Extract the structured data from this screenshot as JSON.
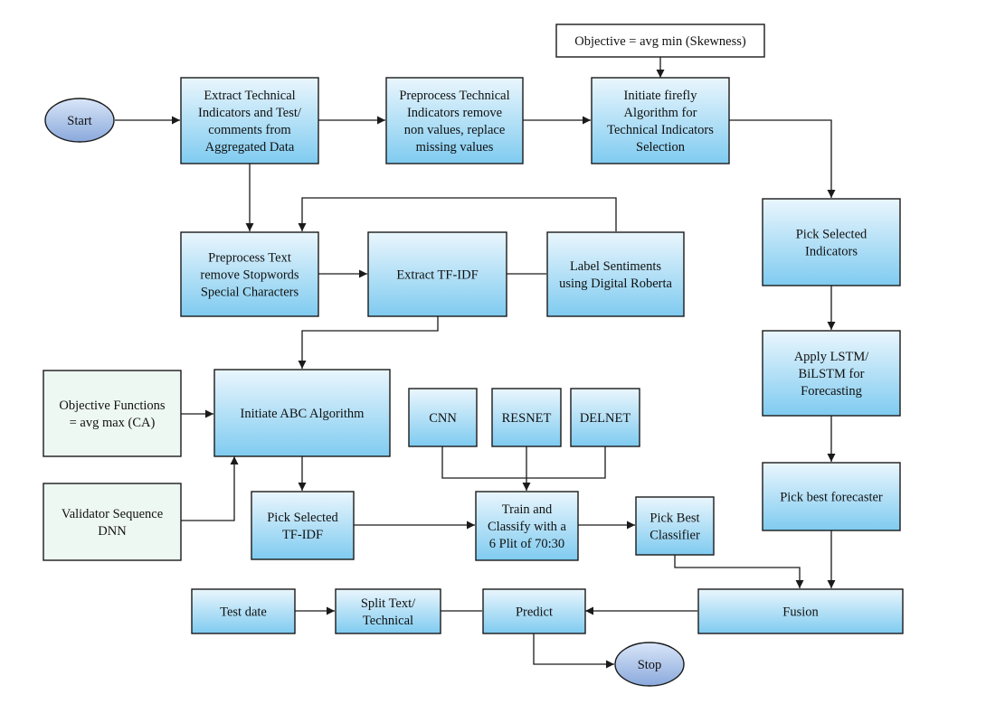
{
  "nodes": {
    "start": [
      "Start"
    ],
    "objective_skew": [
      "Objective = avg min (Skewness)"
    ],
    "extract_indicators": [
      "Extract Technical",
      "Indicators and Test/",
      "comments from",
      "Aggregated Data"
    ],
    "preprocess_indicators": [
      "Preprocess Technical",
      "Indicators remove",
      "non values, replace",
      "missing values"
    ],
    "initiate_firefly": [
      "Initiate firefly",
      "Algorithm for",
      "Technical Indicators",
      "Selection"
    ],
    "pick_indicators": [
      "Pick Selected",
      "Indicators"
    ],
    "preprocess_text": [
      "Preprocess Text",
      "remove Stopwords",
      "Special Characters"
    ],
    "extract_tfidf": [
      "Extract TF-IDF"
    ],
    "label_sentiments": [
      "Label Sentiments",
      "using Digital Roberta"
    ],
    "apply_lstm": [
      "Apply LSTM/",
      "BiLSTM for",
      "Forecasting"
    ],
    "objective_functions": [
      "Objective Functions",
      "= avg max (CA)"
    ],
    "initiate_abc": [
      "Initiate ABC Algorithm"
    ],
    "cnn": [
      "CNN"
    ],
    "resnet": [
      "RESNET"
    ],
    "delnet": [
      "DELNET"
    ],
    "validator": [
      "Validator Sequence",
      "DNN"
    ],
    "pick_tfidf": [
      "Pick Selected",
      "TF-IDF"
    ],
    "train_classify": [
      "Train and",
      "Classify with a",
      "6 Plit of 70:30"
    ],
    "pick_classifier": [
      "Pick Best",
      "Classifier"
    ],
    "pick_forecaster": [
      "Pick best forecaster"
    ],
    "test_date": [
      "Test date"
    ],
    "split": [
      "Split Text/",
      "Technical"
    ],
    "predict": [
      "Predict"
    ],
    "fusion": [
      "Fusion"
    ],
    "stop": [
      "Stop"
    ]
  }
}
